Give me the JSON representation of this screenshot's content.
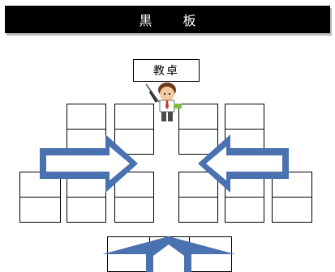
{
  "blackboard": {
    "chars": [
      "黒",
      "板"
    ]
  },
  "teacher_desk": {
    "label": "教卓"
  },
  "colors": {
    "arrow_fill": "#4a72b0",
    "arrow_inner": "#ffffff",
    "blackboard": "#000000"
  },
  "icons": {
    "teacher": "teacher-figure-icon"
  }
}
